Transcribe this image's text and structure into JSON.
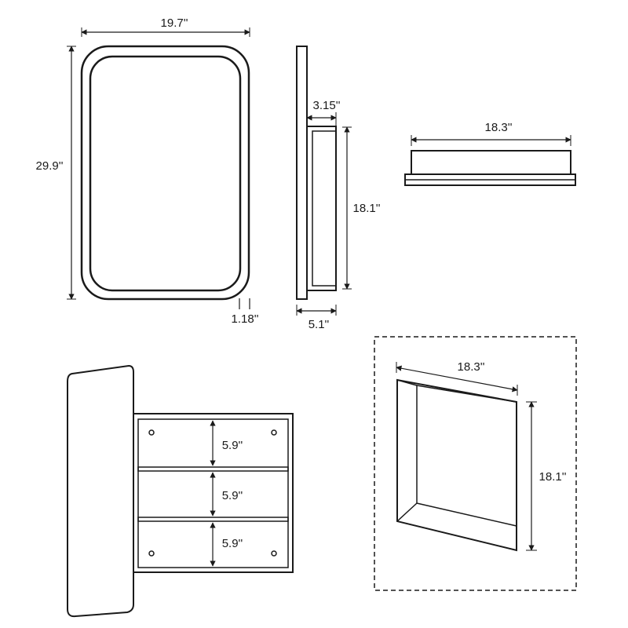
{
  "front_view": {
    "width_label": "19.7''",
    "height_label": "29.9''",
    "frame_label": "1.18''"
  },
  "side_view": {
    "depth_label": "3.15''",
    "height_label": "18.1''",
    "total_depth_label": "5.1''"
  },
  "top_view": {
    "width_label": "18.3''"
  },
  "open_view": {
    "shelf_labels": [
      "5.9''",
      "5.9''",
      "5.9''"
    ]
  },
  "recess_view": {
    "width_label": "18.3''",
    "height_label": "18.1''"
  },
  "colors": {
    "line": "#1a1a1a",
    "background": "#ffffff"
  }
}
